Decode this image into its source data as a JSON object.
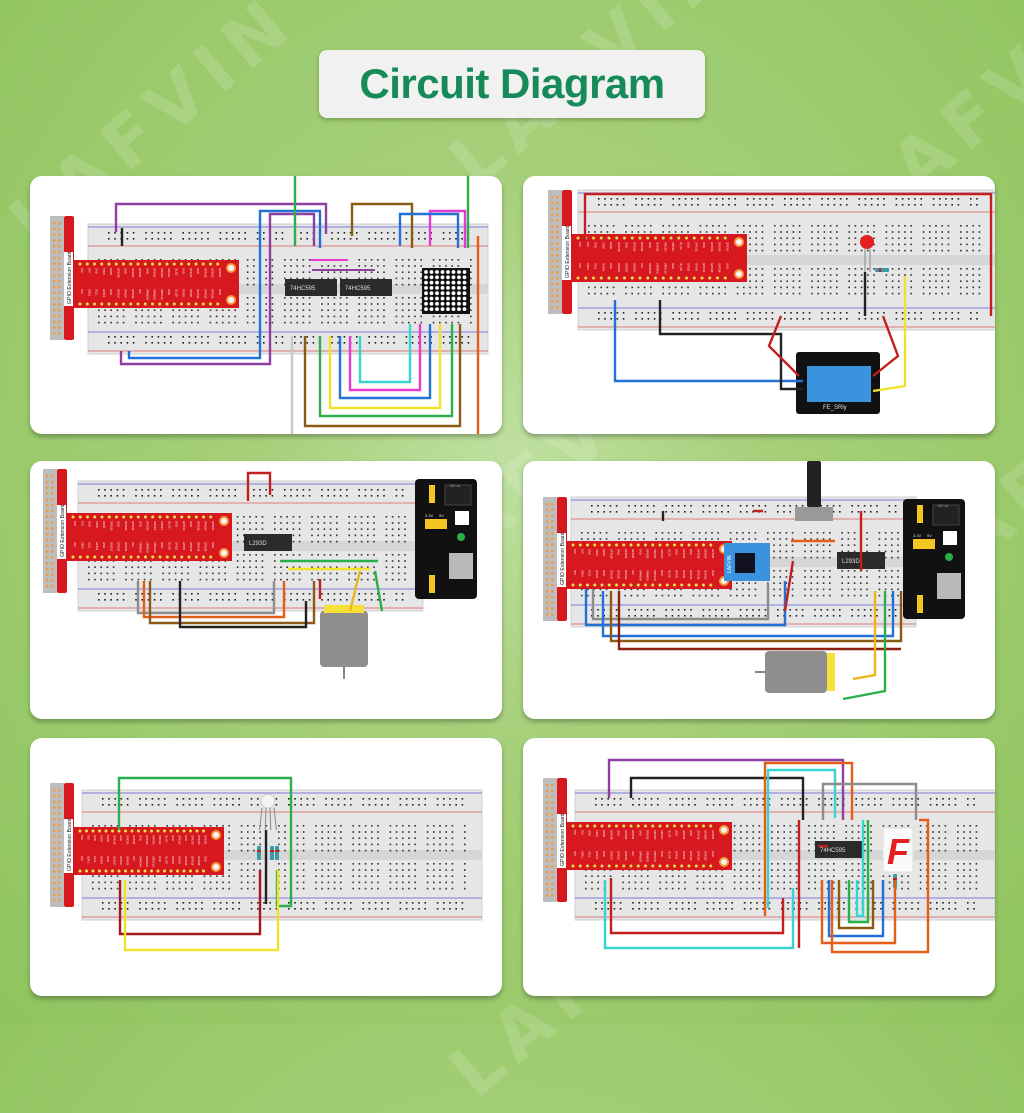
{
  "page": {
    "title": "Circuit Diagram",
    "watermark": "LAFVIN",
    "colors": {
      "background": "#9ccb6b",
      "title_text": "#178a5a",
      "title_box": "#f1f1f1",
      "panel": "#ffffff",
      "gpio_board": "#d7191f",
      "breadboard": "#e9e9e9"
    }
  },
  "gpio_board": {
    "label": "GPIO Extension Board",
    "top_pins": [
      "5V0",
      "5V0",
      "GND",
      "TXD0",
      "RXD0",
      "GPIO18",
      "GND",
      "GPIO23",
      "GPIO24",
      "GND",
      "GPIO25",
      "SPICE0",
      "SPICE1",
      "ID_SC",
      "GND",
      "GPIO12",
      "GND",
      "GPIO16",
      "GPIO20",
      "GPIO21"
    ],
    "bottom_pins": [
      "3V3",
      "SDA1",
      "SCL1",
      "GPIO4",
      "GND",
      "GPIO17",
      "GPIO27",
      "GPIO22",
      "3V3",
      "SPIMOSI",
      "SPIMISO",
      "SPISCLK",
      "GND",
      "ID_SD",
      "GPIO5",
      "GPIO6",
      "GPIO13",
      "GPIO19",
      "GPIO26",
      "GND"
    ]
  },
  "panels": [
    {
      "id": "led-matrix",
      "components": [
        {
          "type": "ic",
          "label": "74HC595"
        },
        {
          "type": "ic",
          "label": "74HC595"
        },
        {
          "type": "led-matrix",
          "label": "8x8 LED Matrix"
        }
      ]
    },
    {
      "id": "relay",
      "components": [
        {
          "type": "led",
          "label": "Red LED"
        },
        {
          "type": "resistor",
          "label": "Resistor"
        },
        {
          "type": "relay",
          "label": "FE_SRly"
        }
      ]
    },
    {
      "id": "dc-motor-l293d",
      "components": [
        {
          "type": "ic",
          "label": "L293D"
        },
        {
          "type": "power-module",
          "label": "Power Supply Module"
        },
        {
          "type": "motor",
          "label": "DC Motor"
        }
      ]
    },
    {
      "id": "motor-adc-pot",
      "components": [
        {
          "type": "adc",
          "label": "LAFVIN ADS7830"
        },
        {
          "type": "potentiometer",
          "label": "Potentiometer"
        },
        {
          "type": "ic",
          "label": "L293D"
        },
        {
          "type": "power-module",
          "label": "Power Supply Module"
        },
        {
          "type": "motor",
          "label": "DC Motor"
        }
      ]
    },
    {
      "id": "rgb-led",
      "components": [
        {
          "type": "rgb-led",
          "label": "RGB LED"
        },
        {
          "type": "resistor",
          "label": "Resistor x3"
        }
      ]
    },
    {
      "id": "seven-segment",
      "components": [
        {
          "type": "ic",
          "label": "74HC595"
        },
        {
          "type": "seven-segment",
          "label": "7-Segment Display",
          "digit": "F"
        },
        {
          "type": "resistor",
          "label": "Resistor"
        }
      ]
    }
  ],
  "power_module": {
    "dc_label": "DC-in",
    "v33": "3.3V",
    "v5": "5V",
    "off_label": "OFF"
  }
}
